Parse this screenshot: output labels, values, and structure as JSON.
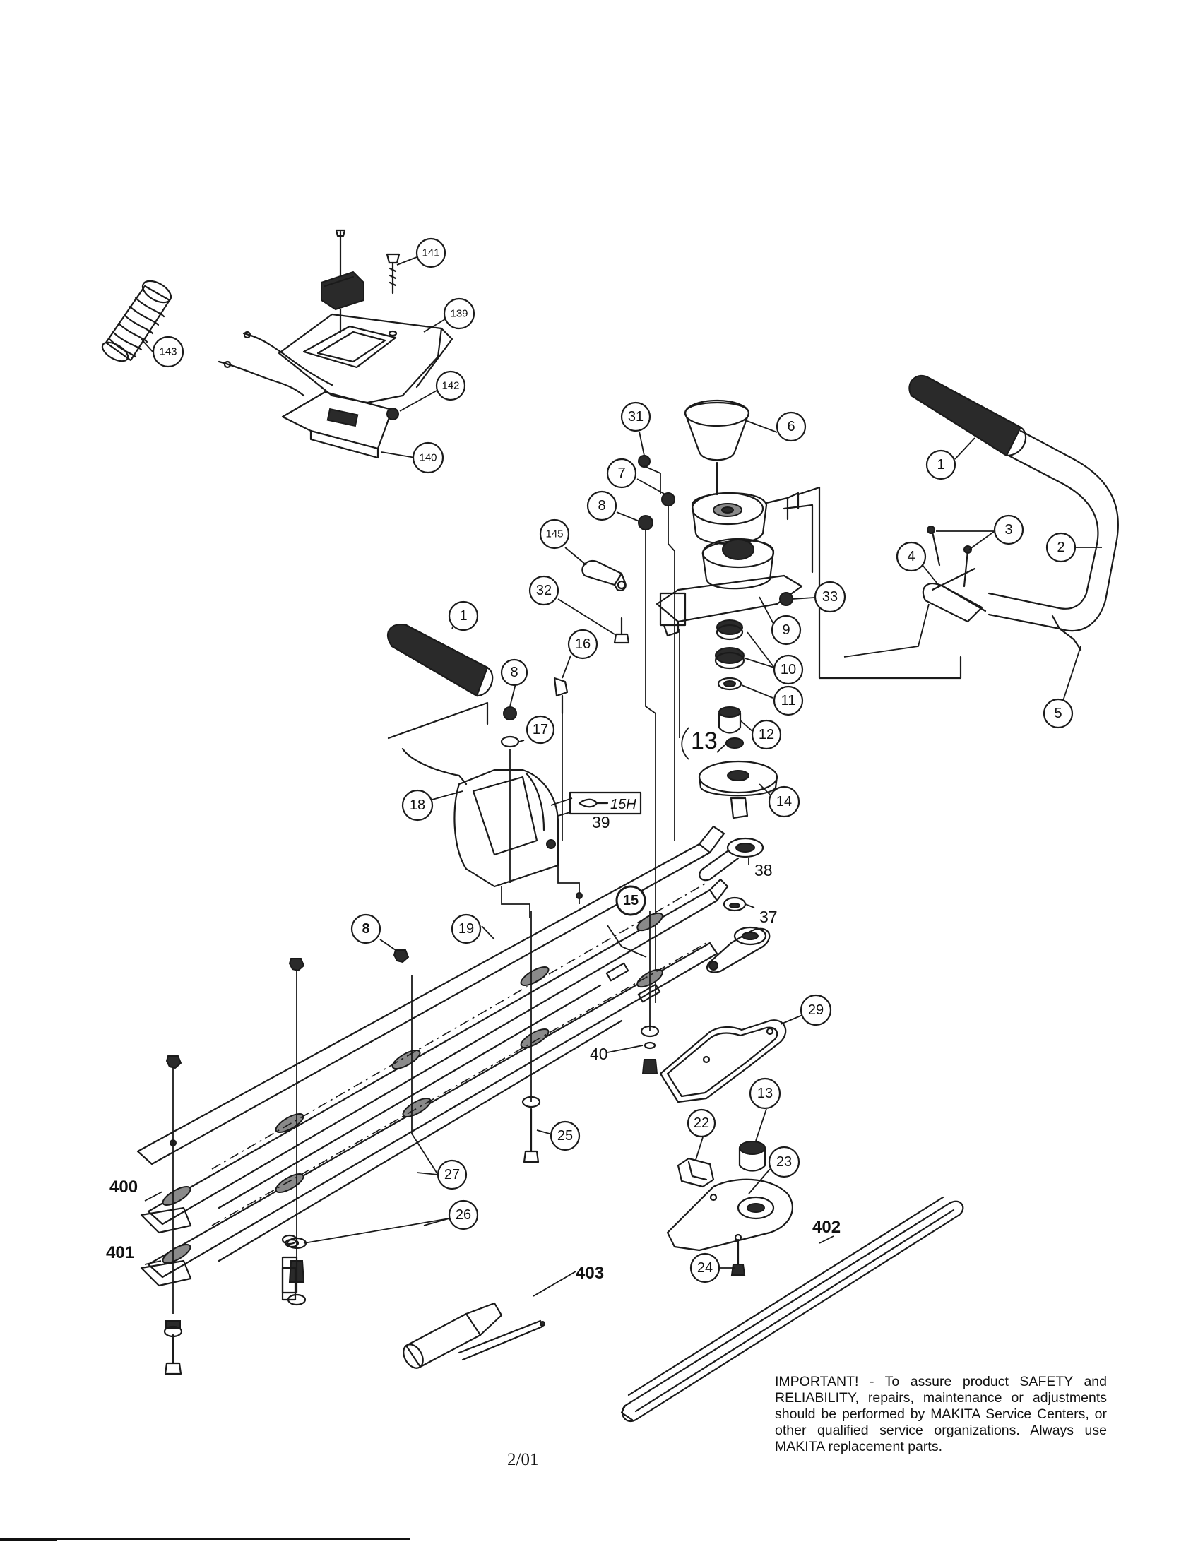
{
  "callouts": [
    {
      "id": "c141",
      "label": "141"
    },
    {
      "id": "c139",
      "label": "139"
    },
    {
      "id": "c143",
      "label": "143"
    },
    {
      "id": "c142",
      "label": "142"
    },
    {
      "id": "c140",
      "label": "140"
    },
    {
      "id": "c31",
      "label": "31"
    },
    {
      "id": "c6",
      "label": "6"
    },
    {
      "id": "c7",
      "label": "7"
    },
    {
      "id": "c8a",
      "label": "8"
    },
    {
      "id": "c145",
      "label": "145"
    },
    {
      "id": "c32",
      "label": "32"
    },
    {
      "id": "c1a",
      "label": "1"
    },
    {
      "id": "c2",
      "label": "2"
    },
    {
      "id": "c3",
      "label": "3"
    },
    {
      "id": "c4",
      "label": "4"
    },
    {
      "id": "c33",
      "label": "33"
    },
    {
      "id": "c9",
      "label": "9"
    },
    {
      "id": "c10",
      "label": "10"
    },
    {
      "id": "c11",
      "label": "11"
    },
    {
      "id": "c5",
      "label": "5"
    },
    {
      "id": "c12",
      "label": "12"
    },
    {
      "id": "c1b",
      "label": "1"
    },
    {
      "id": "c16",
      "label": "16"
    },
    {
      "id": "c8b",
      "label": "8"
    },
    {
      "id": "c17",
      "label": "17"
    },
    {
      "id": "c18",
      "label": "18"
    },
    {
      "id": "c14",
      "label": "14"
    },
    {
      "id": "c15",
      "label": "15"
    },
    {
      "id": "c8c",
      "label": "8"
    },
    {
      "id": "c19",
      "label": "19"
    },
    {
      "id": "c29",
      "label": "29"
    },
    {
      "id": "c13b",
      "label": "13"
    },
    {
      "id": "c22",
      "label": "22"
    },
    {
      "id": "c23",
      "label": "23"
    },
    {
      "id": "c25",
      "label": "25"
    },
    {
      "id": "c27",
      "label": "27"
    },
    {
      "id": "c26",
      "label": "26"
    },
    {
      "id": "c24",
      "label": "24"
    }
  ],
  "plain_labels": {
    "label_13a": "13",
    "label_39": "39",
    "label_38": "38",
    "label_37": "37",
    "label_40": "40",
    "label_400": "400",
    "label_401": "401",
    "label_402": "402",
    "label_403": "403",
    "label_15h": "15H"
  },
  "notice": "IMPORTANT! - To assure product SAFETY and RELIABILITY, repairs, maintenance or adjustments should be performed by MAKITA Service Centers, or other qualified service organizations.  Always use MAKITA replacement parts.",
  "page_number": "2/01"
}
